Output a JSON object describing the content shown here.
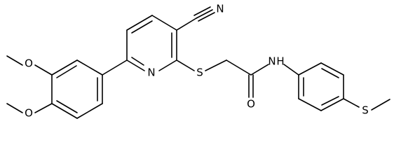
{
  "molecule": {
    "atoms": {
      "nitrile_n": "N",
      "pyridine_n": "N",
      "thioether_s": "S",
      "carbonyl_o": "O",
      "amide_nh": "N",
      "amide_h": "H",
      "methylthio_s": "S",
      "methoxy_o_top": "O",
      "methoxy_o_bottom": "O"
    },
    "colors": {
      "bond": "#000000",
      "label": "#000000",
      "background": "#ffffff"
    }
  }
}
